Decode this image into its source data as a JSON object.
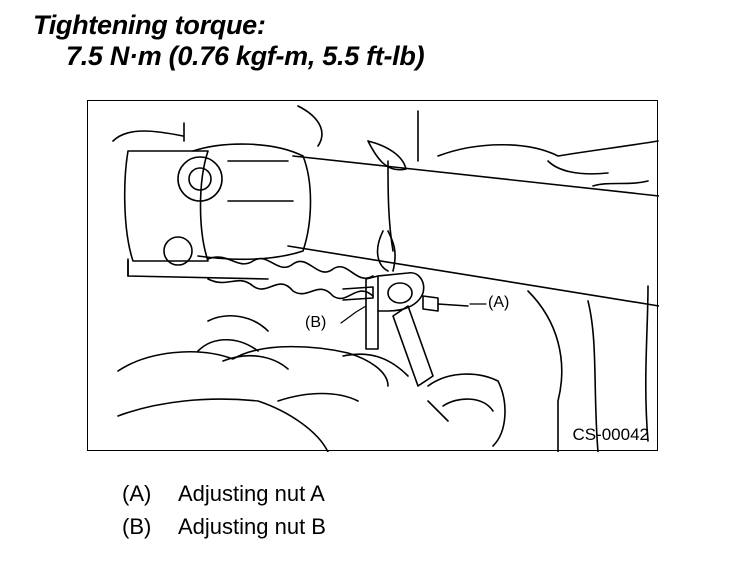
{
  "header": {
    "title": "Tightening torque:",
    "value": "7.5 N·m (0.76 kgf-m, 5.5 ft-lb)"
  },
  "figure": {
    "code": "CS-00042",
    "callouts": {
      "a": "(A)",
      "b": "(B)"
    }
  },
  "legend": [
    {
      "key": "(A)",
      "text": "Adjusting nut A"
    },
    {
      "key": "(B)",
      "text": "Adjusting nut B"
    }
  ]
}
